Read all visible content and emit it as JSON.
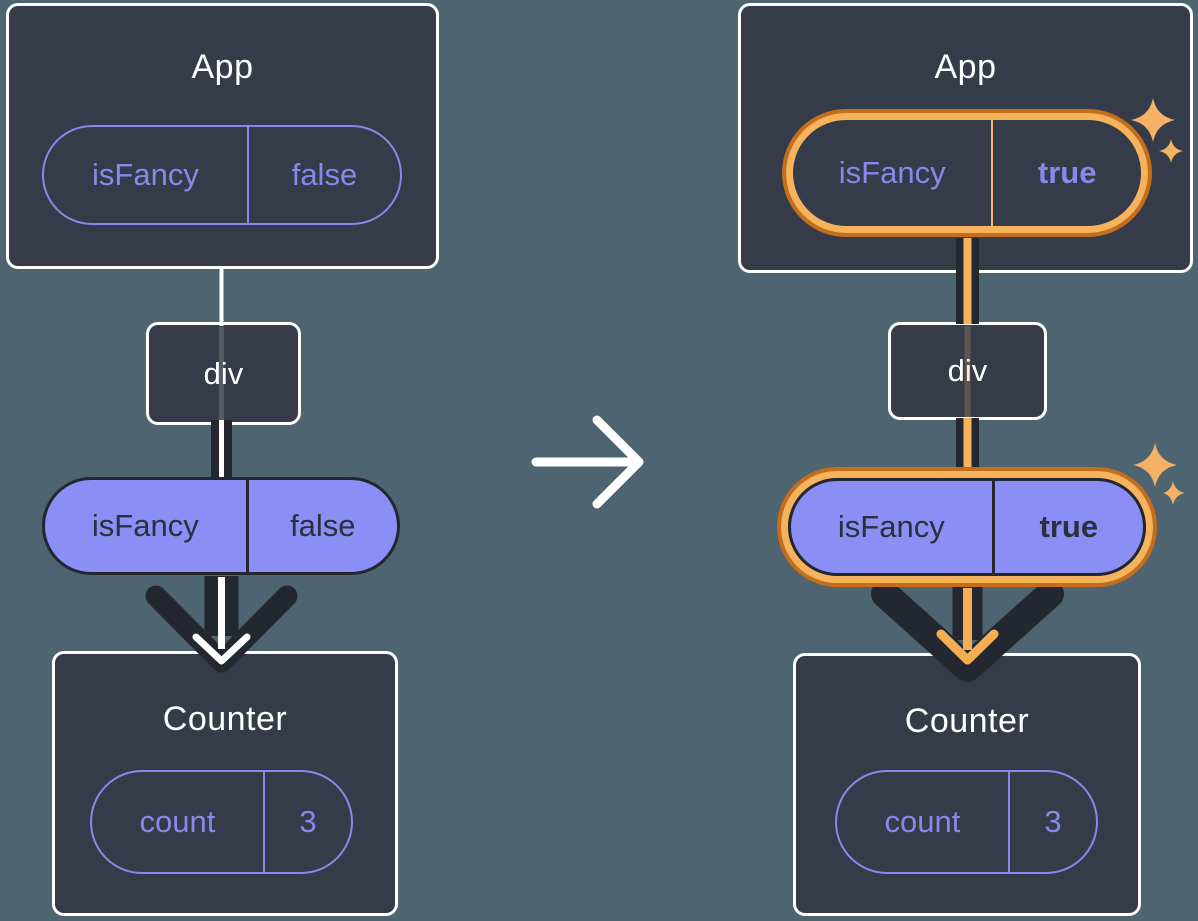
{
  "diagram": {
    "left": {
      "app_title": "App",
      "app_prop_name": "isFancy",
      "app_prop_value": "false",
      "div_label": "div",
      "pill_prop_name": "isFancy",
      "pill_prop_value": "false",
      "counter_title": "Counter",
      "counter_state_name": "count",
      "counter_state_value": "3"
    },
    "right": {
      "app_title": "App",
      "app_prop_name": "isFancy",
      "app_prop_value": "true",
      "div_label": "div",
      "pill_prop_name": "isFancy",
      "pill_prop_value": "true",
      "counter_title": "Counter",
      "counter_state_name": "count",
      "counter_state_value": "3"
    },
    "colors": {
      "background": "#4E6470",
      "box_fill": "#353B48",
      "box_border": "#FFFFFF",
      "purple": "#8789EA",
      "purple_fill": "#8B8EF4",
      "dark_ink": "#23272F",
      "orange_light": "#F7B25C",
      "orange_dark": "#C46D1A",
      "orange_arrow": "#F6AE55",
      "sparkle": "#F5B266"
    }
  }
}
